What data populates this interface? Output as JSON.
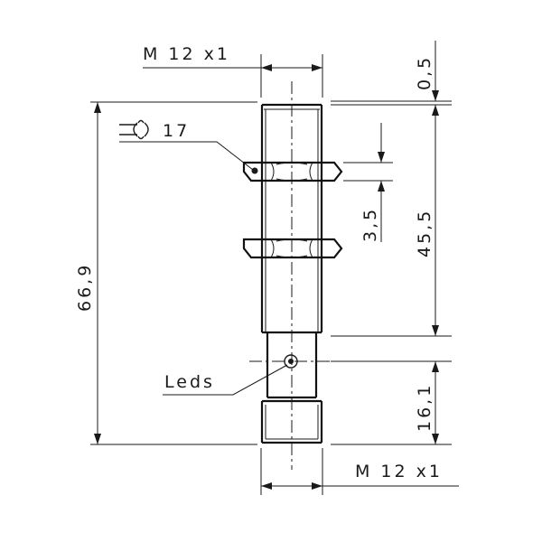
{
  "drawing": {
    "thread_top": "M 12 x1",
    "thread_bottom": "M 12 x1",
    "wrench_size": "17",
    "leds_label": "Leds",
    "dims": {
      "overall_length": "66,9",
      "top_offset": "0,5",
      "threaded_length": "45,5",
      "nut_thickness": "3,5",
      "body_length": "16,1"
    },
    "icons": [
      "wrench-icon"
    ],
    "line_color": "#1a1a1a"
  }
}
